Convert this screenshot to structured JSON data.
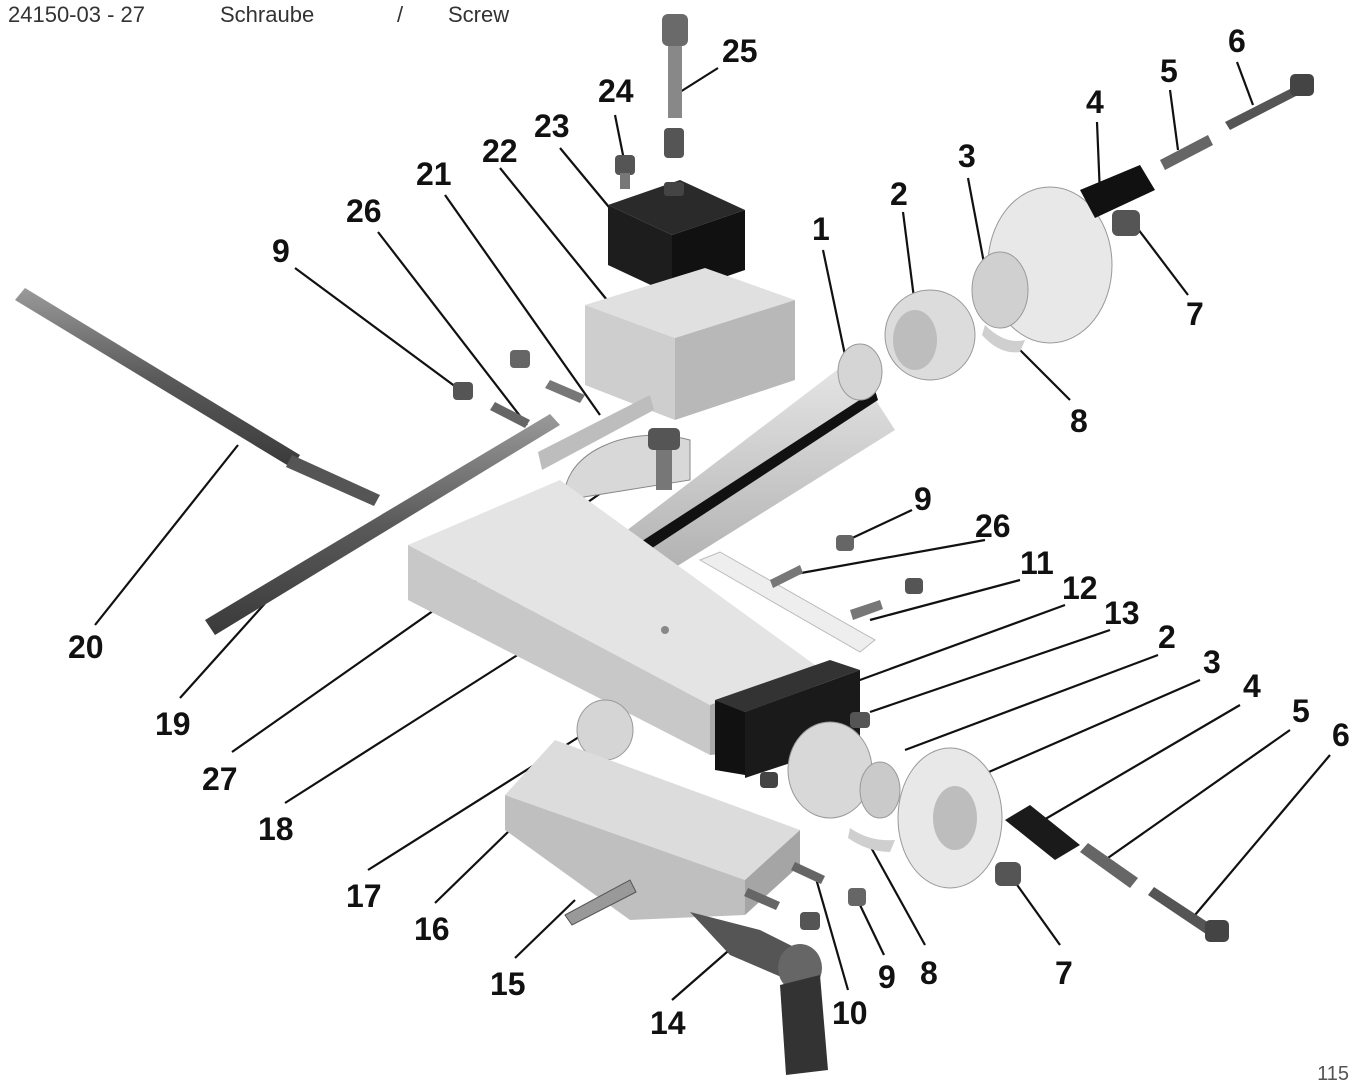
{
  "header": {
    "part_number": "24150-03 - 27",
    "name_de": "Schraube",
    "separator": "/",
    "name_en": "Screw"
  },
  "page_number": "115",
  "callouts": [
    {
      "id": "c25",
      "text": "25"
    },
    {
      "id": "c24",
      "text": "24"
    },
    {
      "id": "c23",
      "text": "23"
    },
    {
      "id": "c22",
      "text": "22"
    },
    {
      "id": "c21",
      "text": "21"
    },
    {
      "id": "c26a",
      "text": "26"
    },
    {
      "id": "c9a",
      "text": "9"
    },
    {
      "id": "c1",
      "text": "1"
    },
    {
      "id": "c2a",
      "text": "2"
    },
    {
      "id": "c3a",
      "text": "3"
    },
    {
      "id": "c4a",
      "text": "4"
    },
    {
      "id": "c5a",
      "text": "5"
    },
    {
      "id": "c6a",
      "text": "6"
    },
    {
      "id": "c7a",
      "text": "7"
    },
    {
      "id": "c8a",
      "text": "8"
    },
    {
      "id": "c20",
      "text": "20"
    },
    {
      "id": "c19",
      "text": "19"
    },
    {
      "id": "c27",
      "text": "27"
    },
    {
      "id": "c18",
      "text": "18"
    },
    {
      "id": "c17",
      "text": "17"
    },
    {
      "id": "c16",
      "text": "16"
    },
    {
      "id": "c15",
      "text": "15"
    },
    {
      "id": "c14",
      "text": "14"
    },
    {
      "id": "c10",
      "text": "10"
    },
    {
      "id": "c9b",
      "text": "9"
    },
    {
      "id": "c9c",
      "text": "9"
    },
    {
      "id": "c26b",
      "text": "26"
    },
    {
      "id": "c11",
      "text": "11"
    },
    {
      "id": "c12",
      "text": "12"
    },
    {
      "id": "c13",
      "text": "13"
    },
    {
      "id": "c2b",
      "text": "2"
    },
    {
      "id": "c3b",
      "text": "3"
    },
    {
      "id": "c4b",
      "text": "4"
    },
    {
      "id": "c5b",
      "text": "5"
    },
    {
      "id": "c6b",
      "text": "6"
    },
    {
      "id": "c7b",
      "text": "7"
    },
    {
      "id": "c8b",
      "text": "8"
    }
  ]
}
